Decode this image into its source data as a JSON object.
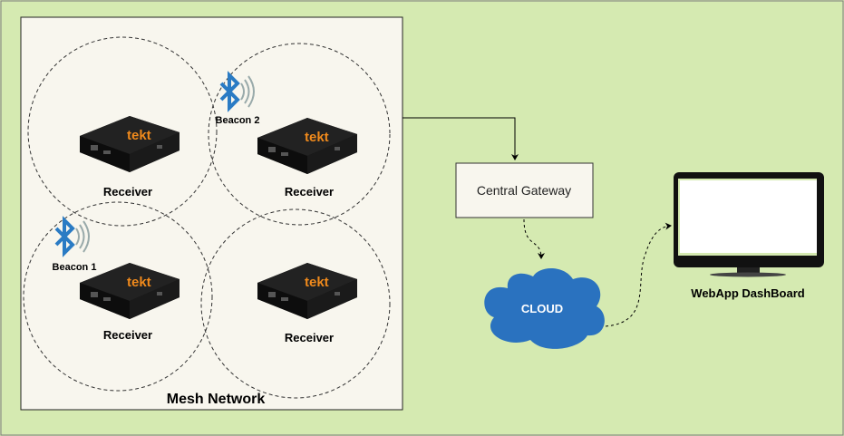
{
  "mesh": {
    "title": "Mesh Network",
    "receivers": [
      {
        "label": "Receiver",
        "brand": "tekt"
      },
      {
        "label": "Receiver",
        "brand": "tekt"
      },
      {
        "label": "Receiver",
        "brand": "tekt"
      },
      {
        "label": "Receiver",
        "brand": "tekt"
      }
    ],
    "beacons": [
      {
        "label": "Beacon 2",
        "icon": "bluetooth-icon"
      },
      {
        "label": "Beacon 1",
        "icon": "bluetooth-icon"
      }
    ]
  },
  "gateway": {
    "label": "Central Gateway"
  },
  "cloud": {
    "label": "CLOUD"
  },
  "dashboard": {
    "label": "WebApp DashBoard",
    "icon": "monitor-icon"
  },
  "colors": {
    "background": "#d5eab1",
    "mesh_fill": "#f8f6ee",
    "cloud": "#2a72bf",
    "bluetooth": "#2a7bc4",
    "brand": "#f08a1c"
  }
}
